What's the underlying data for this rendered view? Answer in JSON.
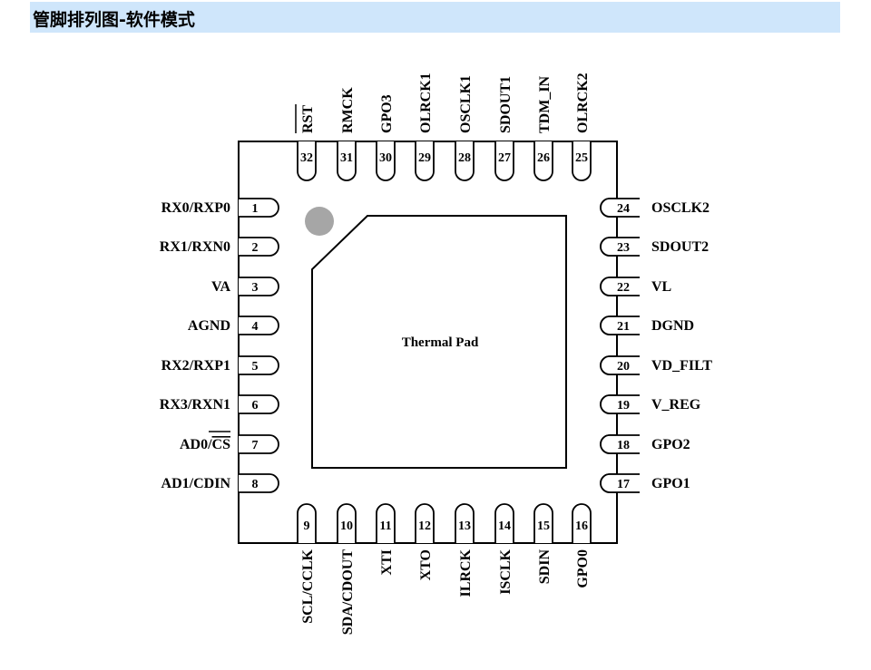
{
  "title": "管脚排列图-软件模式",
  "thermal_pad_label": "Thermal Pad",
  "colors": {
    "title_bar": "#cfe6fb",
    "pin1_marker": "#a6a6a6",
    "outline": "#000000"
  },
  "pins": {
    "left": [
      {
        "num": "1",
        "name": "RX0/RXP0"
      },
      {
        "num": "2",
        "name": "RX1/RXN0"
      },
      {
        "num": "3",
        "name": "VA"
      },
      {
        "num": "4",
        "name": "AGND"
      },
      {
        "num": "5",
        "name": "RX2/RXP1"
      },
      {
        "num": "6",
        "name": "RX3/RXN1"
      },
      {
        "num": "7",
        "name": "AD0/",
        "overbar": "CS"
      },
      {
        "num": "8",
        "name": "AD1/CDIN"
      }
    ],
    "bottom": [
      {
        "num": "9",
        "name": "SCL/CCLK"
      },
      {
        "num": "10",
        "name": "SDA/CDOUT"
      },
      {
        "num": "11",
        "name": "XTI"
      },
      {
        "num": "12",
        "name": "XTO"
      },
      {
        "num": "13",
        "name": "ILRCK"
      },
      {
        "num": "14",
        "name": "ISCLK"
      },
      {
        "num": "15",
        "name": "SDIN"
      },
      {
        "num": "16",
        "name": "GPO0"
      }
    ],
    "right": [
      {
        "num": "17",
        "name": "GPO1"
      },
      {
        "num": "18",
        "name": "GPO2"
      },
      {
        "num": "19",
        "name": "V_REG"
      },
      {
        "num": "20",
        "name": "VD_FILT"
      },
      {
        "num": "21",
        "name": "DGND"
      },
      {
        "num": "22",
        "name": "VL"
      },
      {
        "num": "23",
        "name": "SDOUT2"
      },
      {
        "num": "24",
        "name": "OSCLK2"
      }
    ],
    "top": [
      {
        "num": "25",
        "name": "OLRCK2"
      },
      {
        "num": "26",
        "name": "TDM_IN"
      },
      {
        "num": "27",
        "name": "SDOUT1"
      },
      {
        "num": "28",
        "name": "OSCLK1"
      },
      {
        "num": "29",
        "name": "OLRCK1"
      },
      {
        "num": "30",
        "name": "GPO3"
      },
      {
        "num": "31",
        "name": "RMCK"
      },
      {
        "num": "32",
        "name": "",
        "overbar": "RST"
      }
    ]
  }
}
